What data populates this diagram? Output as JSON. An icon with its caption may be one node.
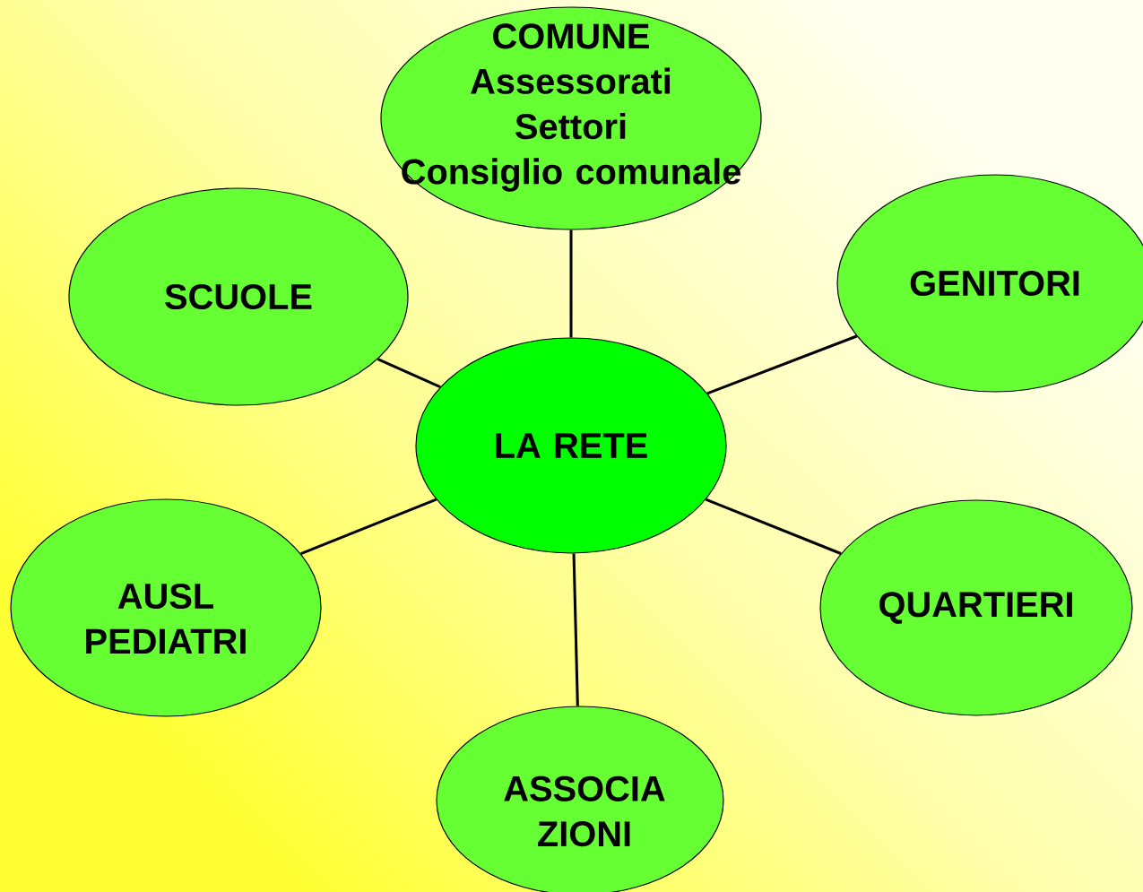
{
  "diagram": {
    "nodes": [
      {
        "text": [
          "COMUNE",
          "Assessorati",
          "Settori",
          "Consiglio comunale"
        ]
      },
      {
        "text": [
          "SCUOLE"
        ]
      },
      {
        "text": [
          "GENITORI"
        ]
      },
      {
        "text": [
          "LA RETE"
        ]
      },
      {
        "text": [
          "AUSL",
          "PEDIATRI"
        ]
      },
      {
        "text": [
          "QUARTIERI"
        ]
      },
      {
        "text": [
          "ASSOCIA ZIONI"
        ]
      }
    ],
    "edges": [
      {
        "from": 3,
        "to": 0,
        "arrow": "none"
      },
      {
        "from": 3,
        "to": 1,
        "arrow": "none"
      },
      {
        "from": 3,
        "to": 2,
        "arrow": "none"
      },
      {
        "from": 3,
        "to": 4,
        "arrow": "none"
      },
      {
        "from": 3,
        "to": 5,
        "arrow": "none"
      },
      {
        "from": 3,
        "to": 6,
        "arrow": "none"
      }
    ]
  }
}
